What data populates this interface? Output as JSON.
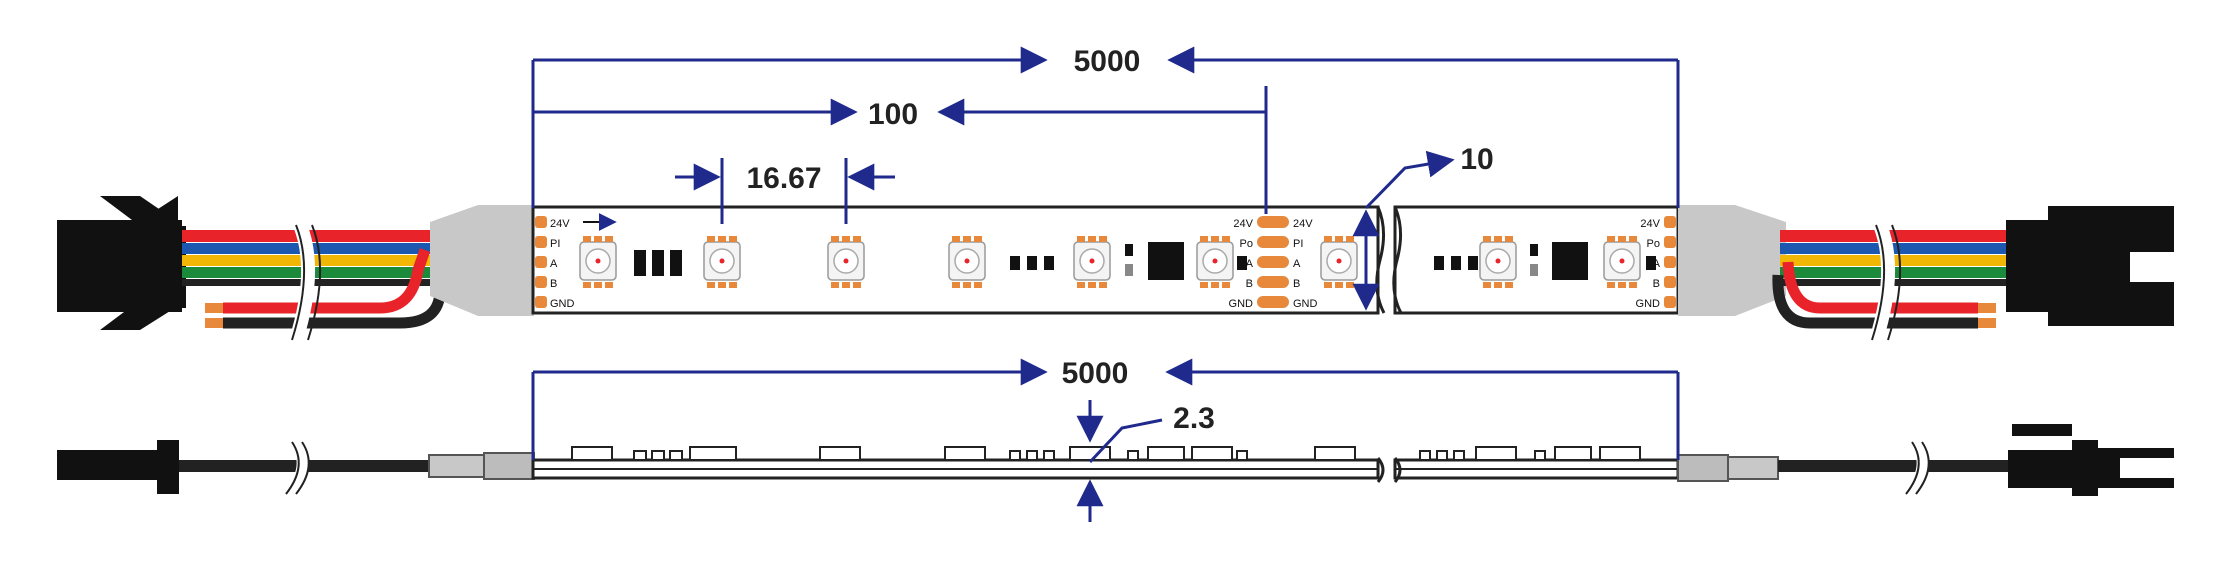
{
  "dimensions": {
    "strip_length": "5000",
    "cut_length": "100",
    "led_pitch": "16.67",
    "width": "10",
    "side_length": "5000",
    "thickness": "2.3"
  },
  "pins_left": [
    "24V",
    "PI",
    "A",
    "B",
    "GND"
  ],
  "pins_mid_left": [
    "24V",
    "Po",
    "A",
    "B",
    "GND"
  ],
  "pins_mid_right": [
    "24V",
    "PI",
    "A",
    "B",
    "GND"
  ],
  "pins_right": [
    "24V",
    "Po",
    "A",
    "B",
    "GND"
  ],
  "colors": {
    "dimension": "#1f2a8c",
    "wire_red": "#e8232a",
    "wire_blue": "#1c57b0",
    "wire_yellow": "#f2b705",
    "wire_green": "#1b8a3a",
    "pad": "#e8883a"
  }
}
